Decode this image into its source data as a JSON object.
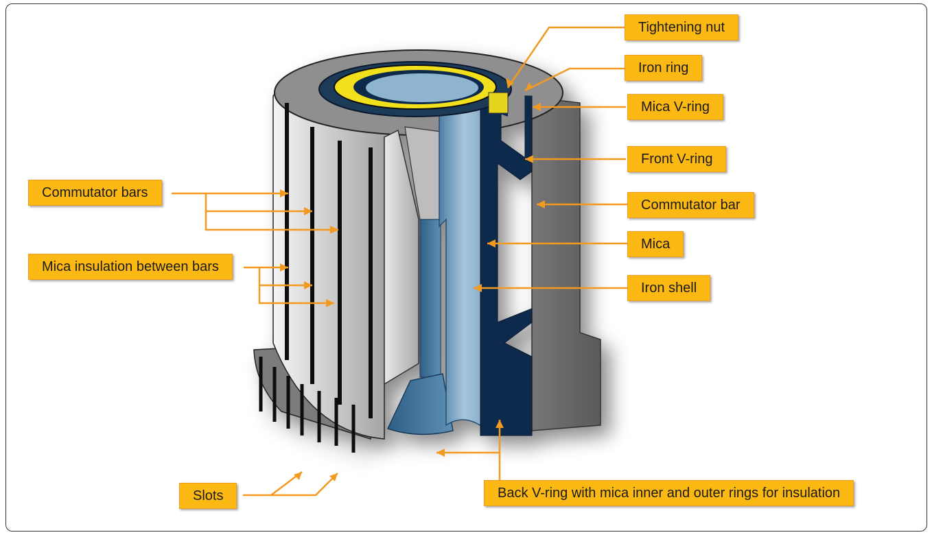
{
  "labels": {
    "tightening_nut": "Tightening nut",
    "iron_ring": "Iron ring",
    "mica_v_ring": "Mica V-ring",
    "front_v_ring": "Front V-ring",
    "commutator_bar": "Commutator bar",
    "mica": "Mica",
    "iron_shell": "Iron shell",
    "commutator_bars": "Commutator bars",
    "mica_insulation": "Mica insulation between bars",
    "slots": "Slots",
    "back_v_ring": "Back V-ring with mica inner and outer rings for insulation"
  },
  "colors": {
    "callout_fill": "#fdb913",
    "callout_border": "#f29a1f",
    "leader": "#f29a1f",
    "mica_dark_blue": "#0d2a4e",
    "iron_shell_blue": "#8fb4d0",
    "nut_yellow": "#f2e01e",
    "bar_gray": "#8a8a8a"
  }
}
